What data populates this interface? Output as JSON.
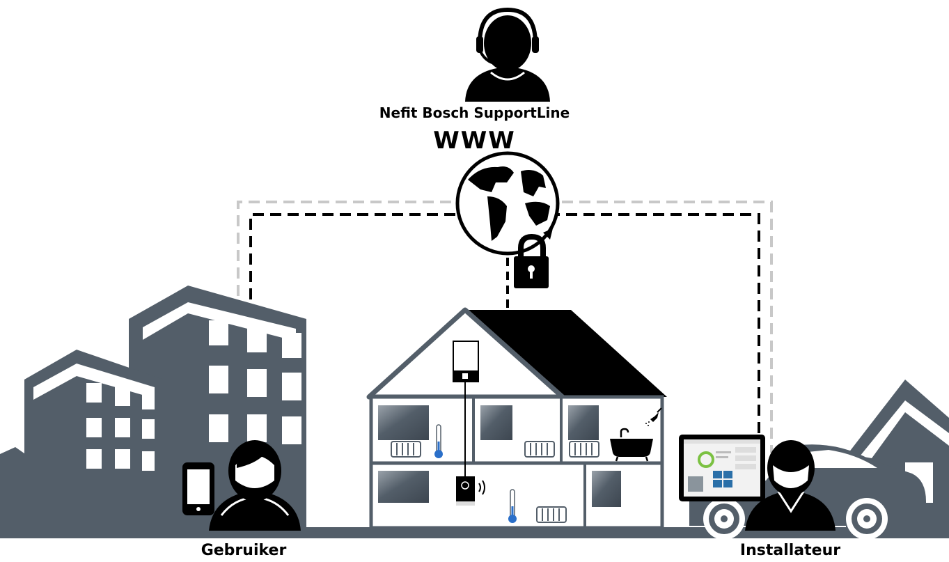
{
  "labels": {
    "support": "Nefit Bosch SupportLine",
    "www": "WWW",
    "user": "Gebruiker",
    "installer": "Installateur"
  },
  "colors": {
    "building": "#535e69",
    "roof": "#000000",
    "line_dark": "#000000",
    "line_light": "#c8c8c8",
    "thermo": "#2a6fc9",
    "tile_blue": "#2a6fa8",
    "gauge_green": "#7bc142"
  },
  "icons": [
    "headset-person-icon",
    "globe-icon",
    "padlock-icon",
    "tablet-icon",
    "boiler-icon",
    "thermostat-icon",
    "bathtub-icon",
    "shower-icon",
    "radiator-icon",
    "thermometer-icon",
    "car-icon"
  ]
}
